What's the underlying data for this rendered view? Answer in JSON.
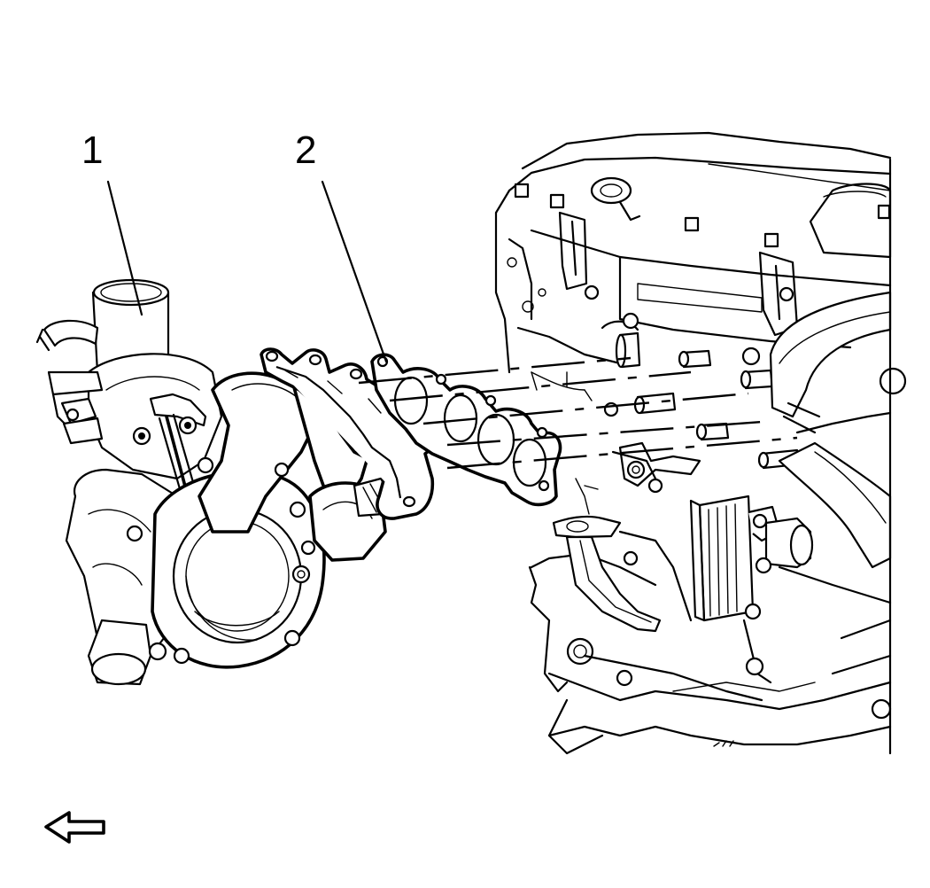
{
  "callouts": [
    {
      "id": "1",
      "label": "1",
      "target": "turbocharger"
    },
    {
      "id": "2",
      "label": "2",
      "target": "turbocharger-gasket"
    }
  ],
  "icons": {
    "direction": "left-arrow-icon"
  },
  "colors": {
    "line": "#000000",
    "background": "#ffffff"
  }
}
